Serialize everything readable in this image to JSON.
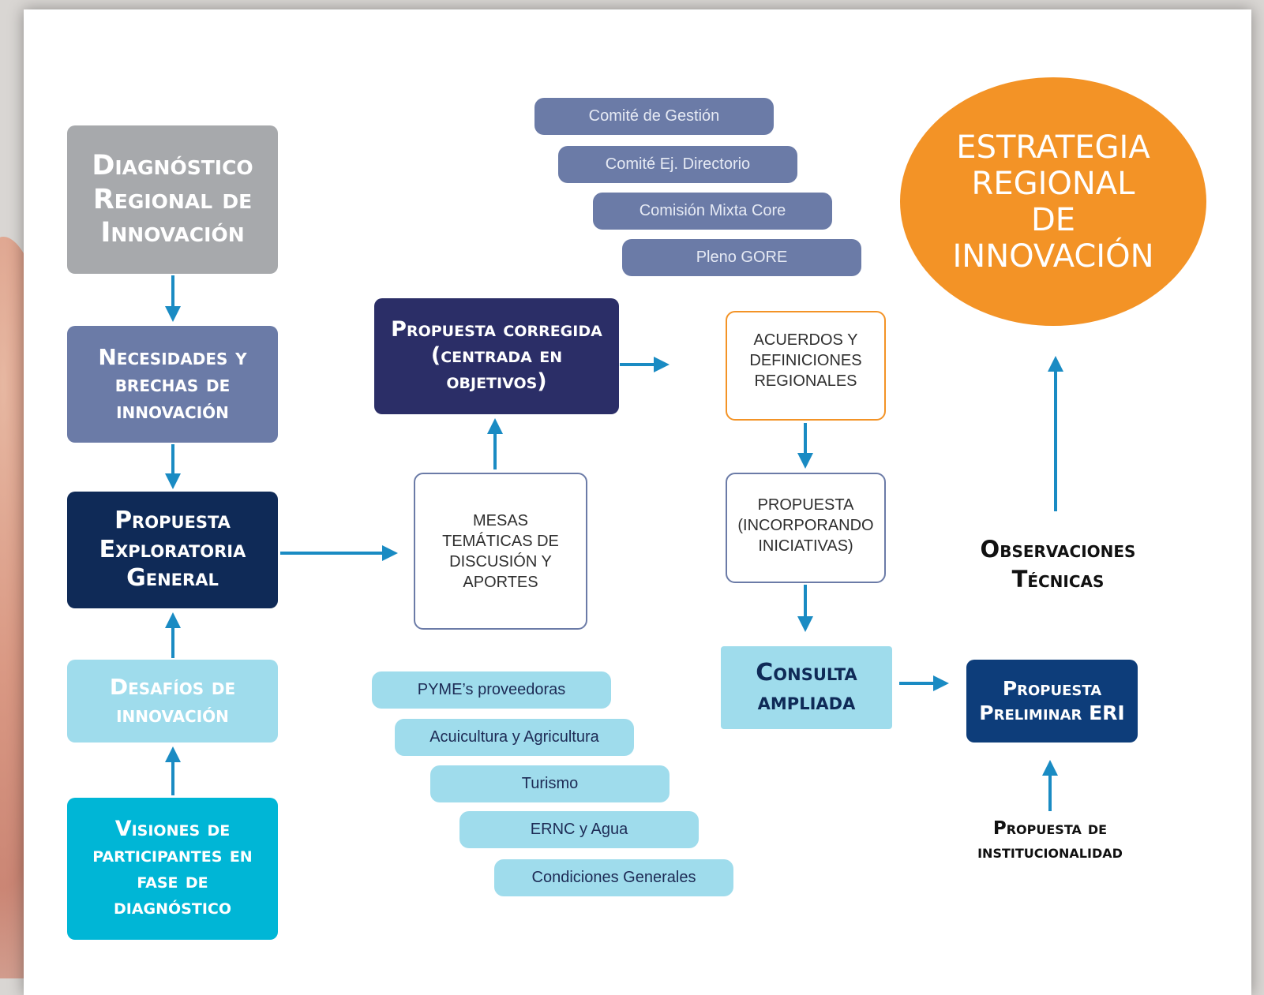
{
  "left_column": {
    "diagnostico": "Diagnóstico Regional de Innovación",
    "necesidades": "Necesidades y brechas de innovación",
    "exploratoria": "Propuesta Exploratoria General",
    "desafios": "Desafíos de innovación",
    "visiones": "Visiones de participantes en fase de diagnóstico"
  },
  "center": {
    "corregida": "Propuesta corregida (centrada en objetivos)",
    "mesas": "Mesas temáticas de discusión y aportes",
    "committees": [
      "Comité de Gestión",
      "Comité Ej. Directorio",
      "Comisión Mixta Core",
      "Pleno GORE"
    ],
    "thematic_tables": [
      "PYME’s proveedoras",
      "Acuicultura y Agricultura",
      "Turismo",
      "ERNC y Agua",
      "Condiciones Generales"
    ]
  },
  "right": {
    "acuerdos": "Acuerdos y definiciones regionales",
    "propuesta_incorp": "Propuesta (incorporando iniciativas)",
    "consulta": "Consulta ampliada",
    "preliminar": "Propuesta Preliminar ERI",
    "estrategia": "ESTRATEGIA REGIONAL DE INNOVACIÓN",
    "observaciones": "Observaciones Técnicas",
    "institucionalidad": "Propuesta de institucionalidad"
  },
  "colors": {
    "gray": "#a7a9ac",
    "slate": "#6b7ba7",
    "navy_dark": "#0f2a57",
    "navy_mid": "#2b2e67",
    "light_cyan": "#9fdcec",
    "cyan": "#00b6d6",
    "orange": "#f39326",
    "arrow": "#1a8bc3",
    "eri_blue": "#0d3d7a"
  }
}
